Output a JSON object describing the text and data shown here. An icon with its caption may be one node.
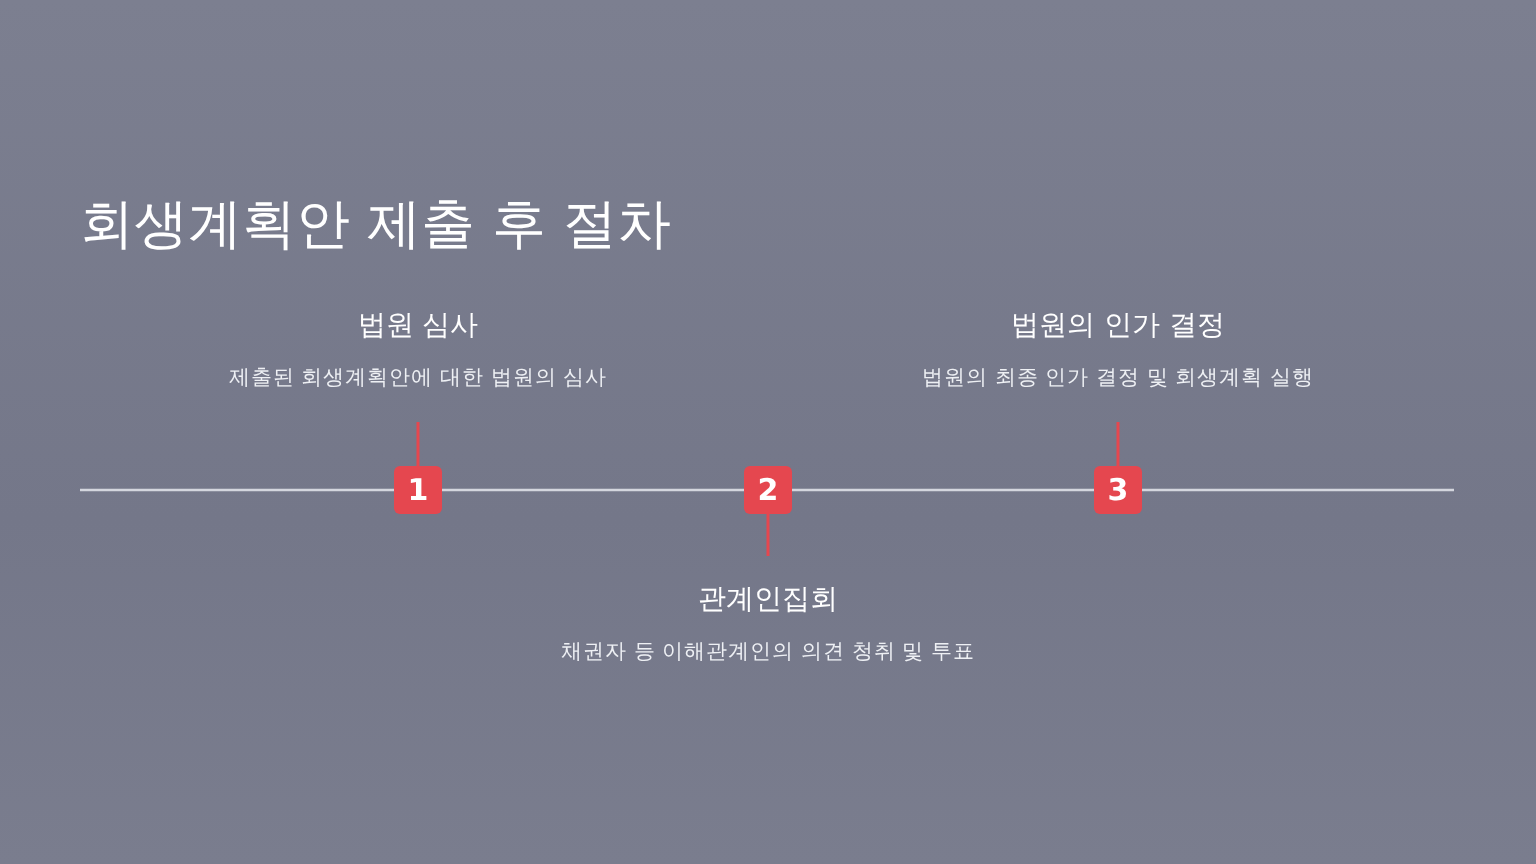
{
  "diagram": {
    "title": "회생계획안 제출 후 절차",
    "nodes": [
      {
        "text": [
          "법원 심사",
          "제출된 회생계획안에 대한 법원의 심사"
        ]
      },
      {
        "text": [
          "1"
        ]
      },
      {
        "text": [
          "관계인집회",
          "채권자 등 이해관계인의 의견 청취 및 투표"
        ]
      },
      {
        "text": [
          "2"
        ]
      },
      {
        "text": [
          "법원의 인가 결정",
          "법원의 최종 인가 결정 및 회생계획 실행"
        ]
      },
      {
        "text": [
          "3"
        ]
      }
    ],
    "edges": [
      {
        "from": 1,
        "to": 0,
        "arrow": "none",
        "color": "#e5474f"
      },
      {
        "from": 3,
        "to": 2,
        "arrow": "none",
        "color": "#e5474f"
      },
      {
        "from": 5,
        "to": 4,
        "arrow": "none",
        "color": "#e5474f"
      }
    ]
  }
}
